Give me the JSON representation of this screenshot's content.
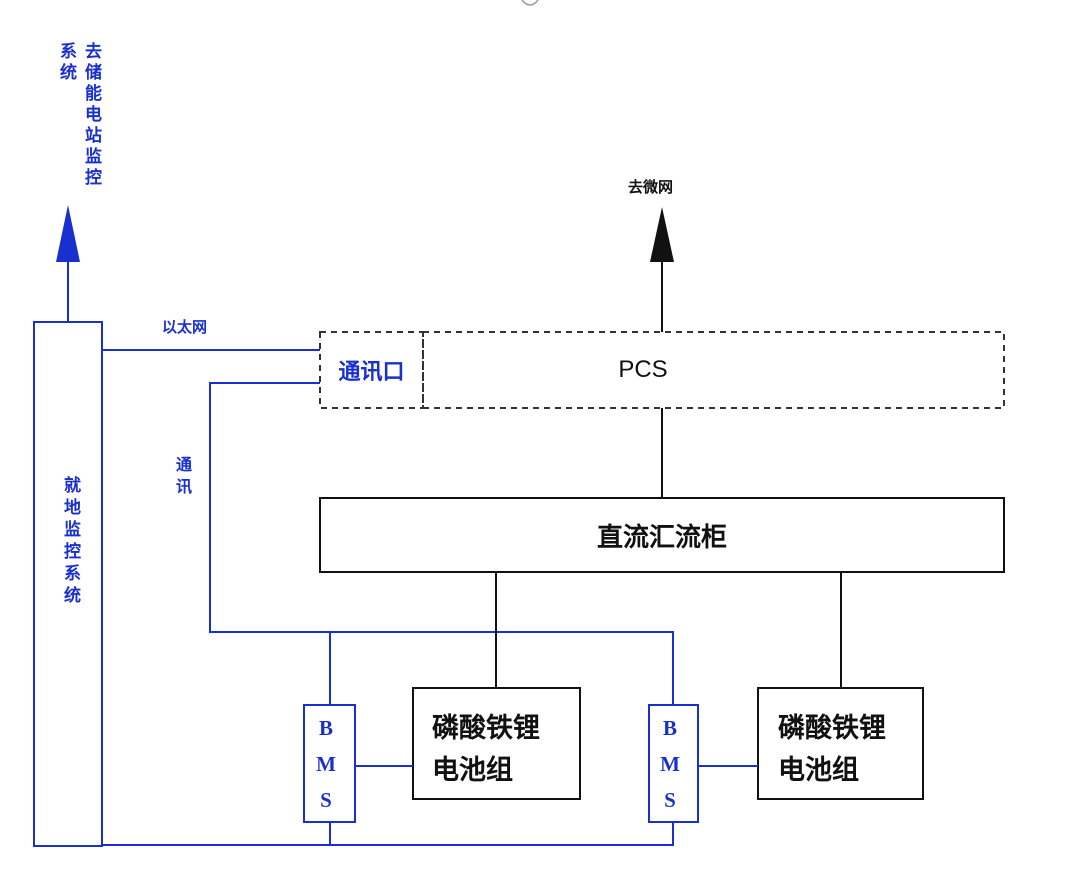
{
  "diagram": {
    "labels": {
      "to_storage_monitor": "去储能电站监控系统",
      "to_microgrid": "去微网",
      "ethernet": "以太网",
      "comm_port": "通讯口",
      "pcs": "PCS",
      "comm": "通讯",
      "local_monitor": "就地监控系统",
      "dc_cabinet": "直流汇流柜",
      "bms_left": "BMS",
      "bms_right": "BMS",
      "battery_left": "磷酸铁锂电池组",
      "battery_right": "磷酸铁锂电池组"
    },
    "colors": {
      "comm_line": "#1a2fd0",
      "power_line": "#111111",
      "background": "#ffffff"
    }
  }
}
